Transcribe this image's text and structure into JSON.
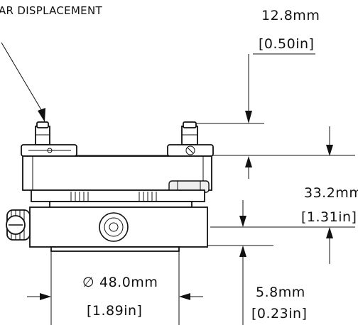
{
  "callout": {
    "label": "AR DISPLACEMENT"
  },
  "dimensions": {
    "top_gap": {
      "metric": "12.8mm",
      "imperial": "[0.50in]"
    },
    "height": {
      "metric": "33.2mm",
      "imperial": "[1.31in]"
    },
    "base_height": {
      "metric": "5.8mm",
      "imperial": "[0.23in]"
    },
    "diameter": {
      "symbol": "∅",
      "metric": "48.0mm",
      "imperial": "[1.89in]"
    }
  }
}
